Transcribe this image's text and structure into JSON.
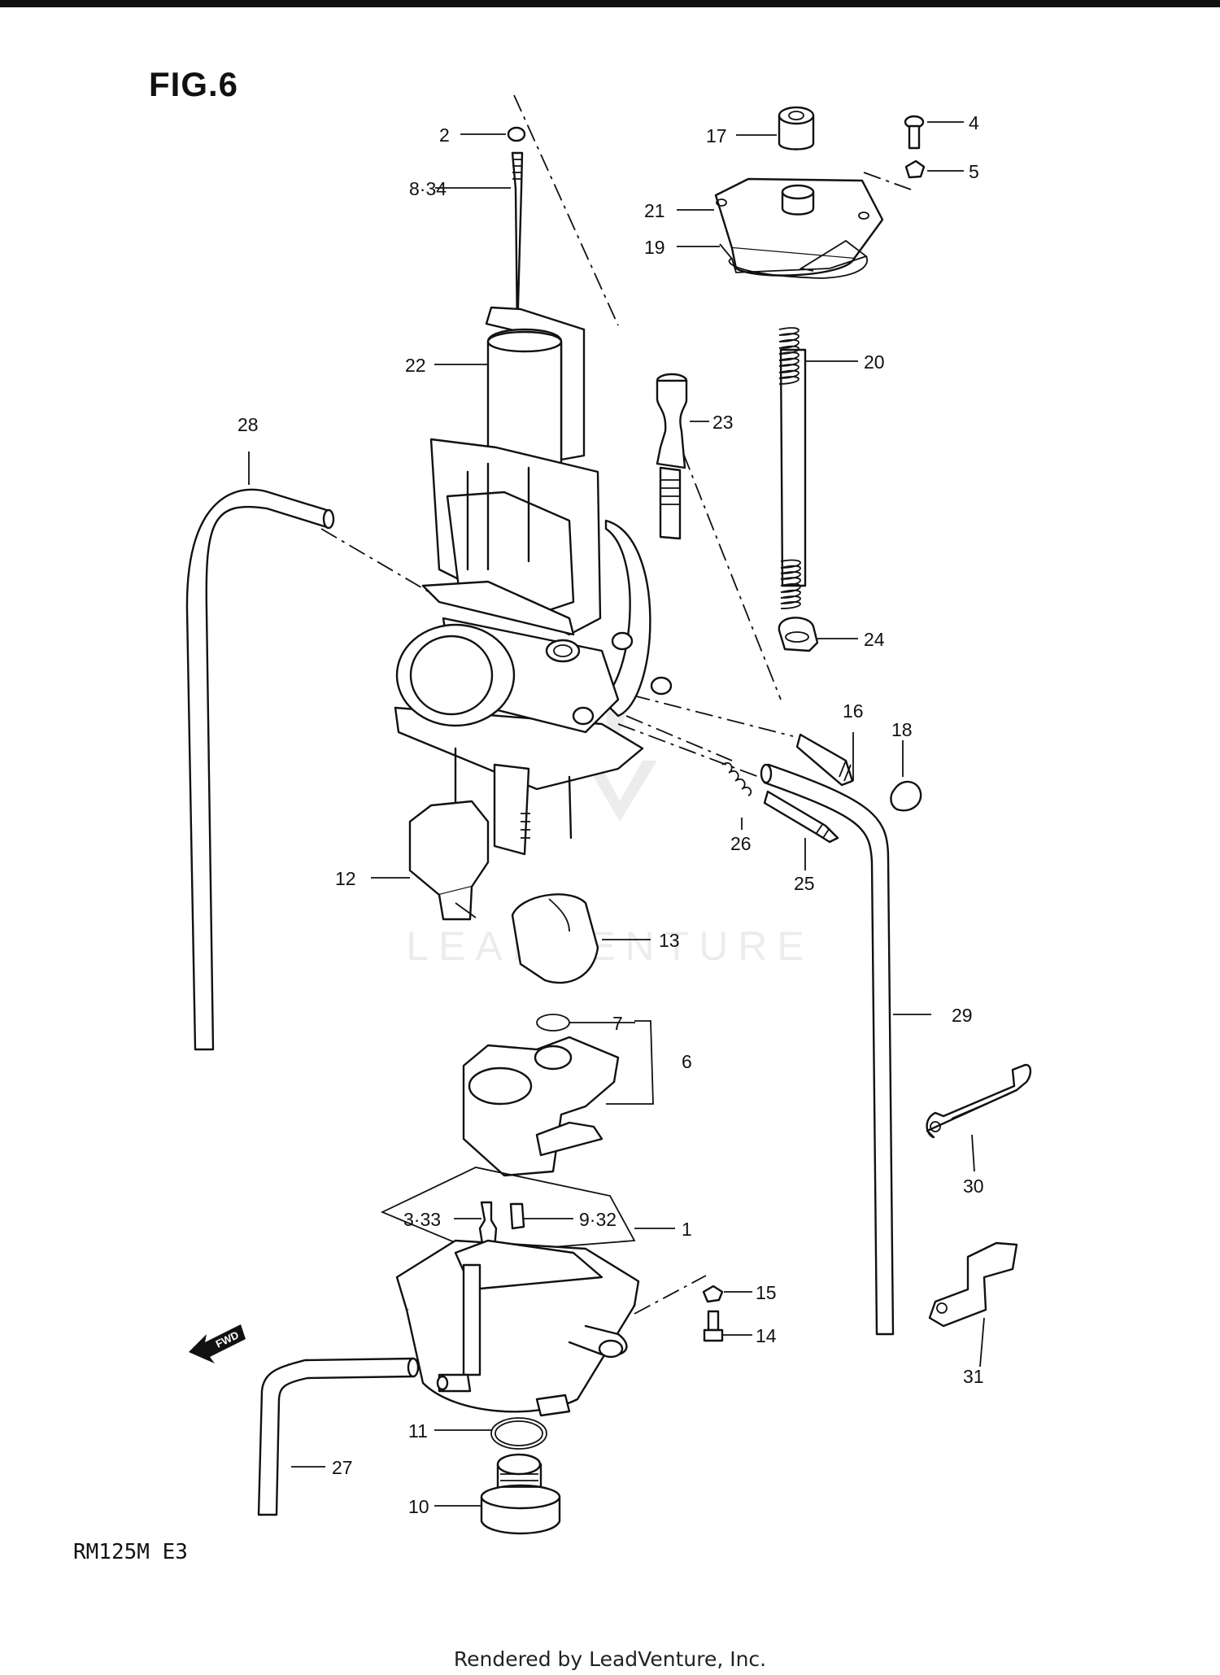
{
  "figure": {
    "title": "FIG.6",
    "model_code": "RM125M E3"
  },
  "watermark": "LEADVENTURE",
  "footer": "Rendered by LeadVenture, Inc.",
  "fwd_icon_text": "FWD",
  "callouts": [
    {
      "id": "c1",
      "text": "1"
    },
    {
      "id": "c2",
      "text": "2"
    },
    {
      "id": "c3_33",
      "text": "3·33"
    },
    {
      "id": "c4",
      "text": "4"
    },
    {
      "id": "c5",
      "text": "5"
    },
    {
      "id": "c6",
      "text": "6"
    },
    {
      "id": "c7",
      "text": "7"
    },
    {
      "id": "c8_34",
      "text": "8·34"
    },
    {
      "id": "c9_32",
      "text": "9·32"
    },
    {
      "id": "c10",
      "text": "10"
    },
    {
      "id": "c11",
      "text": "11"
    },
    {
      "id": "c12",
      "text": "12"
    },
    {
      "id": "c13",
      "text": "13"
    },
    {
      "id": "c14",
      "text": "14"
    },
    {
      "id": "c15",
      "text": "15"
    },
    {
      "id": "c16",
      "text": "16"
    },
    {
      "id": "c17",
      "text": "17"
    },
    {
      "id": "c18",
      "text": "18"
    },
    {
      "id": "c19",
      "text": "19"
    },
    {
      "id": "c20",
      "text": "20"
    },
    {
      "id": "c21",
      "text": "21"
    },
    {
      "id": "c22",
      "text": "22"
    },
    {
      "id": "c23",
      "text": "23"
    },
    {
      "id": "c24",
      "text": "24"
    },
    {
      "id": "c25",
      "text": "25"
    },
    {
      "id": "c26",
      "text": "26"
    },
    {
      "id": "c27",
      "text": "27"
    },
    {
      "id": "c28",
      "text": "28"
    },
    {
      "id": "c29",
      "text": "29"
    },
    {
      "id": "c30",
      "text": "30"
    },
    {
      "id": "c31",
      "text": "31"
    }
  ]
}
